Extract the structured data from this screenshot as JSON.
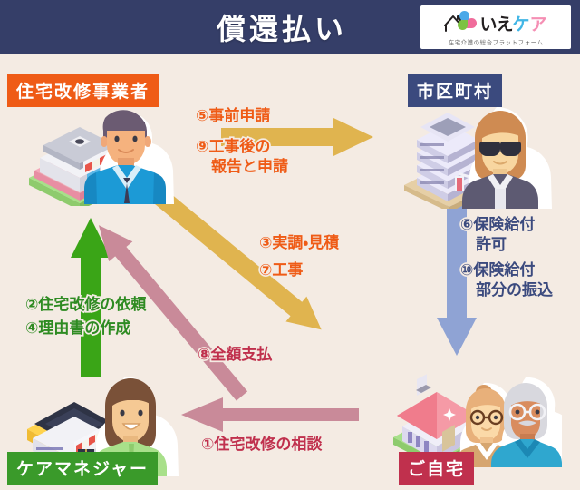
{
  "header": {
    "title": "償還払い",
    "logo": {
      "mark_name": "house-and-three-petals-logo",
      "text_part1": "いえ",
      "text_part2": "ケ",
      "text_part3": "ア",
      "tagline": "在宅介護の総合プラットフォーム"
    }
  },
  "colors": {
    "header_bg": "#353e68",
    "page_bg": "#f4ebe3",
    "orange": "#ef5b16",
    "navy": "#3b4a7e",
    "green": "#3a9a2a",
    "crimson": "#c0304d",
    "gold_arrow": "#e0b44f",
    "pink_arrow": "#c98a99",
    "blue_arrow": "#8fa3d4",
    "green_arrow": "#3aa517"
  },
  "actors": [
    {
      "id": "contractor",
      "label": "住宅改修事業者",
      "badge_color": "#ef5b16",
      "illustration": "shop-building-with-male-contractor"
    },
    {
      "id": "city",
      "label": "市区町村",
      "badge_color": "#3b4a7e",
      "illustration": "office-tower-with-female-clerk"
    },
    {
      "id": "caremanager",
      "label": "ケアマネジャー",
      "badge_color": "#3a9a2a",
      "illustration": "care-office-with-female-care-manager"
    },
    {
      "id": "home",
      "label": "ご自宅",
      "badge_color": "#c0304d",
      "illustration": "house-with-elderly-couple"
    }
  ],
  "flows": [
    {
      "step": "①",
      "text": "①住宅改修の相談",
      "color": "#c0304d",
      "from": "home",
      "to": "caremanager",
      "arrow": "pink-left-arrow"
    },
    {
      "step": "②",
      "text": "②住宅改修の依頼",
      "color": "#2e8b22",
      "from": "caremanager",
      "to": "contractor",
      "arrow": "green-up-arrow"
    },
    {
      "step": "③",
      "text": "③実調・見積",
      "color": "#ef5b16",
      "from": "contractor",
      "to": "home",
      "arrow": "gold-diagonal-arrow"
    },
    {
      "step": "④",
      "text": "④理由書の作成",
      "color": "#2e8b22",
      "from": "caremanager",
      "to": "contractor",
      "arrow": "green-up-arrow"
    },
    {
      "step": "⑤",
      "text": "⑤事前申請",
      "color": "#ef5b16",
      "from": "contractor",
      "to": "city",
      "arrow": "gold-right-arrow"
    },
    {
      "step": "⑥",
      "text": "⑥保険給付\n　許可",
      "color": "#3b4a7e",
      "from": "city",
      "to": "home",
      "arrow": "blue-down-arrow"
    },
    {
      "step": "⑦",
      "text": "⑦工事",
      "color": "#ef5b16",
      "from": "contractor",
      "to": "home",
      "arrow": "gold-diagonal-arrow"
    },
    {
      "step": "⑧",
      "text": "⑧全額支払",
      "color": "#c0304d",
      "from": "home",
      "to": "contractor",
      "arrow": "pink-diagonal-arrow"
    },
    {
      "step": "⑨",
      "text": "⑨工事後の\n　報告と申請",
      "color": "#ef5b16",
      "from": "contractor",
      "to": "city",
      "arrow": "gold-right-arrow"
    },
    {
      "step": "⑩",
      "text": "⑩保険給付\n　部分の振込",
      "color": "#3b4a7e",
      "from": "city",
      "to": "home",
      "arrow": "blue-down-arrow"
    }
  ]
}
